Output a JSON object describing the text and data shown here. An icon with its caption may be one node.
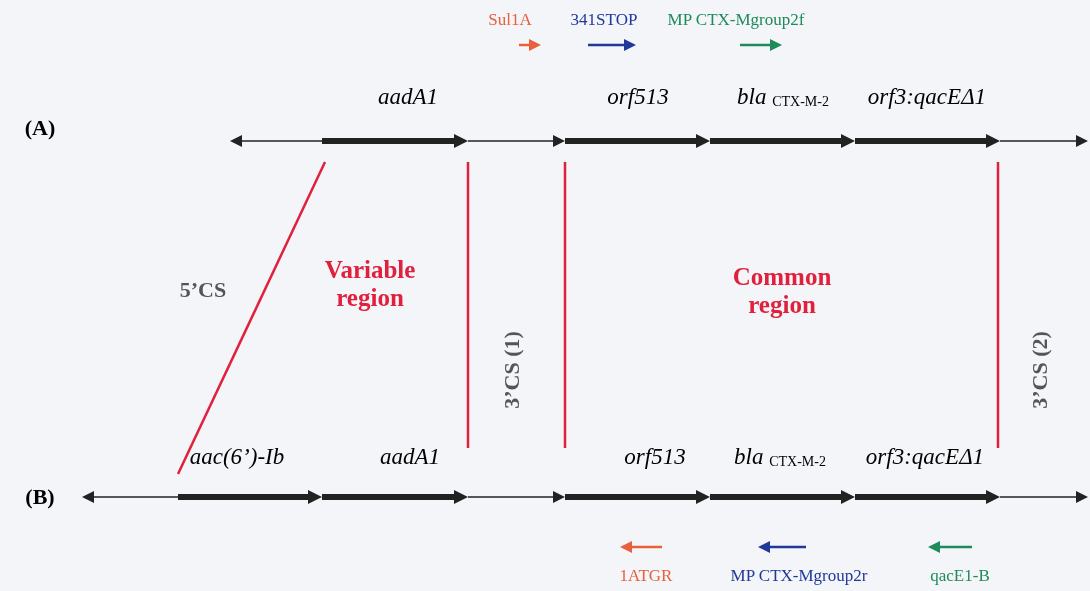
{
  "diagram": {
    "labels": [
      "Sul1A",
      "341STOP",
      "MP CTX-Mgroup2f",
      "aadA1",
      "orf513",
      "bla $_{CTX-M-2}$",
      "orf3:qacEΔ1",
      "(A)",
      "5’CS",
      "Variable region",
      "3’CS (1)",
      "Common region",
      "3’CS (2)",
      "aac(6’)-Ib",
      "aadA1",
      "orf513",
      "bla $_{CTX-M-2}$",
      "orf3:qacEΔ1",
      "(B)",
      "1ATGR",
      "MP CTX-Mgroup2r",
      "qacE1-B"
    ]
  }
}
